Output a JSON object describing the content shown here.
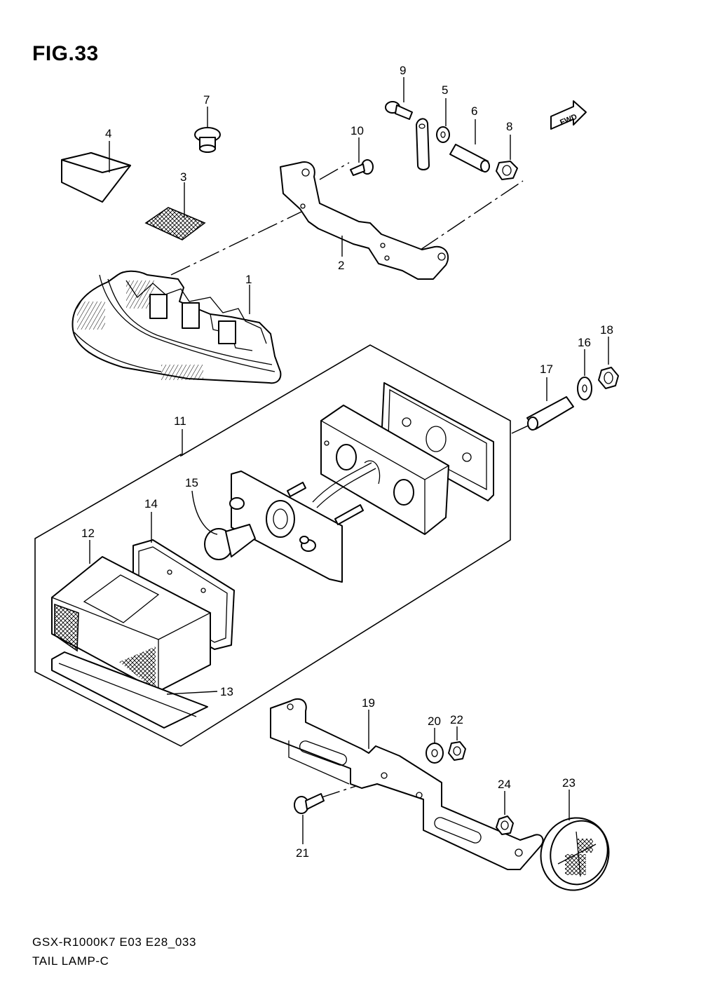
{
  "title": "FIG.33",
  "fwd_label": "FWD",
  "footer": {
    "model_code": "GSX-R1000K7 E03 E28_033",
    "diagram_name": "TAIL LAMP-C"
  },
  "part_numbers": [
    "1",
    "2",
    "3",
    "4",
    "5",
    "6",
    "7",
    "8",
    "9",
    "10",
    "11",
    "12",
    "13",
    "14",
    "15",
    "16",
    "17",
    "18",
    "19",
    "20",
    "21",
    "22",
    "23",
    "24"
  ]
}
